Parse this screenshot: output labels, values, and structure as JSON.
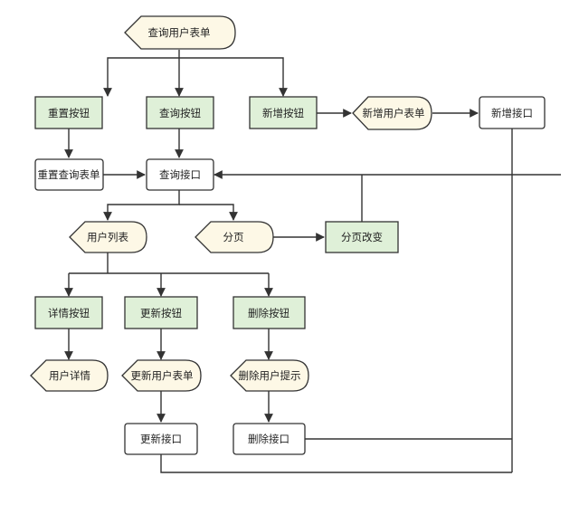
{
  "colors": {
    "button_fill": "#dff0d8",
    "display_fill": "#fdf8e6",
    "process_fill": "#ffffff",
    "stroke": "#333333"
  },
  "nodes": {
    "query_form": "查询用户表单",
    "reset_button": "重置按钮",
    "query_button": "查询按钮",
    "add_button": "新增按钮",
    "add_form": "新增用户表单",
    "add_api": "新增接口",
    "reset_form": "重置查询表单",
    "query_api": "查询接口",
    "user_list": "用户列表",
    "pagination": "分页",
    "page_change": "分页改变",
    "detail_button": "详情按钮",
    "update_button": "更新按钮",
    "delete_button": "删除按钮",
    "user_detail": "用户详情",
    "update_form": "更新用户表单",
    "delete_prompt": "删除用户提示",
    "update_api": "更新接口",
    "delete_api": "删除接口"
  }
}
